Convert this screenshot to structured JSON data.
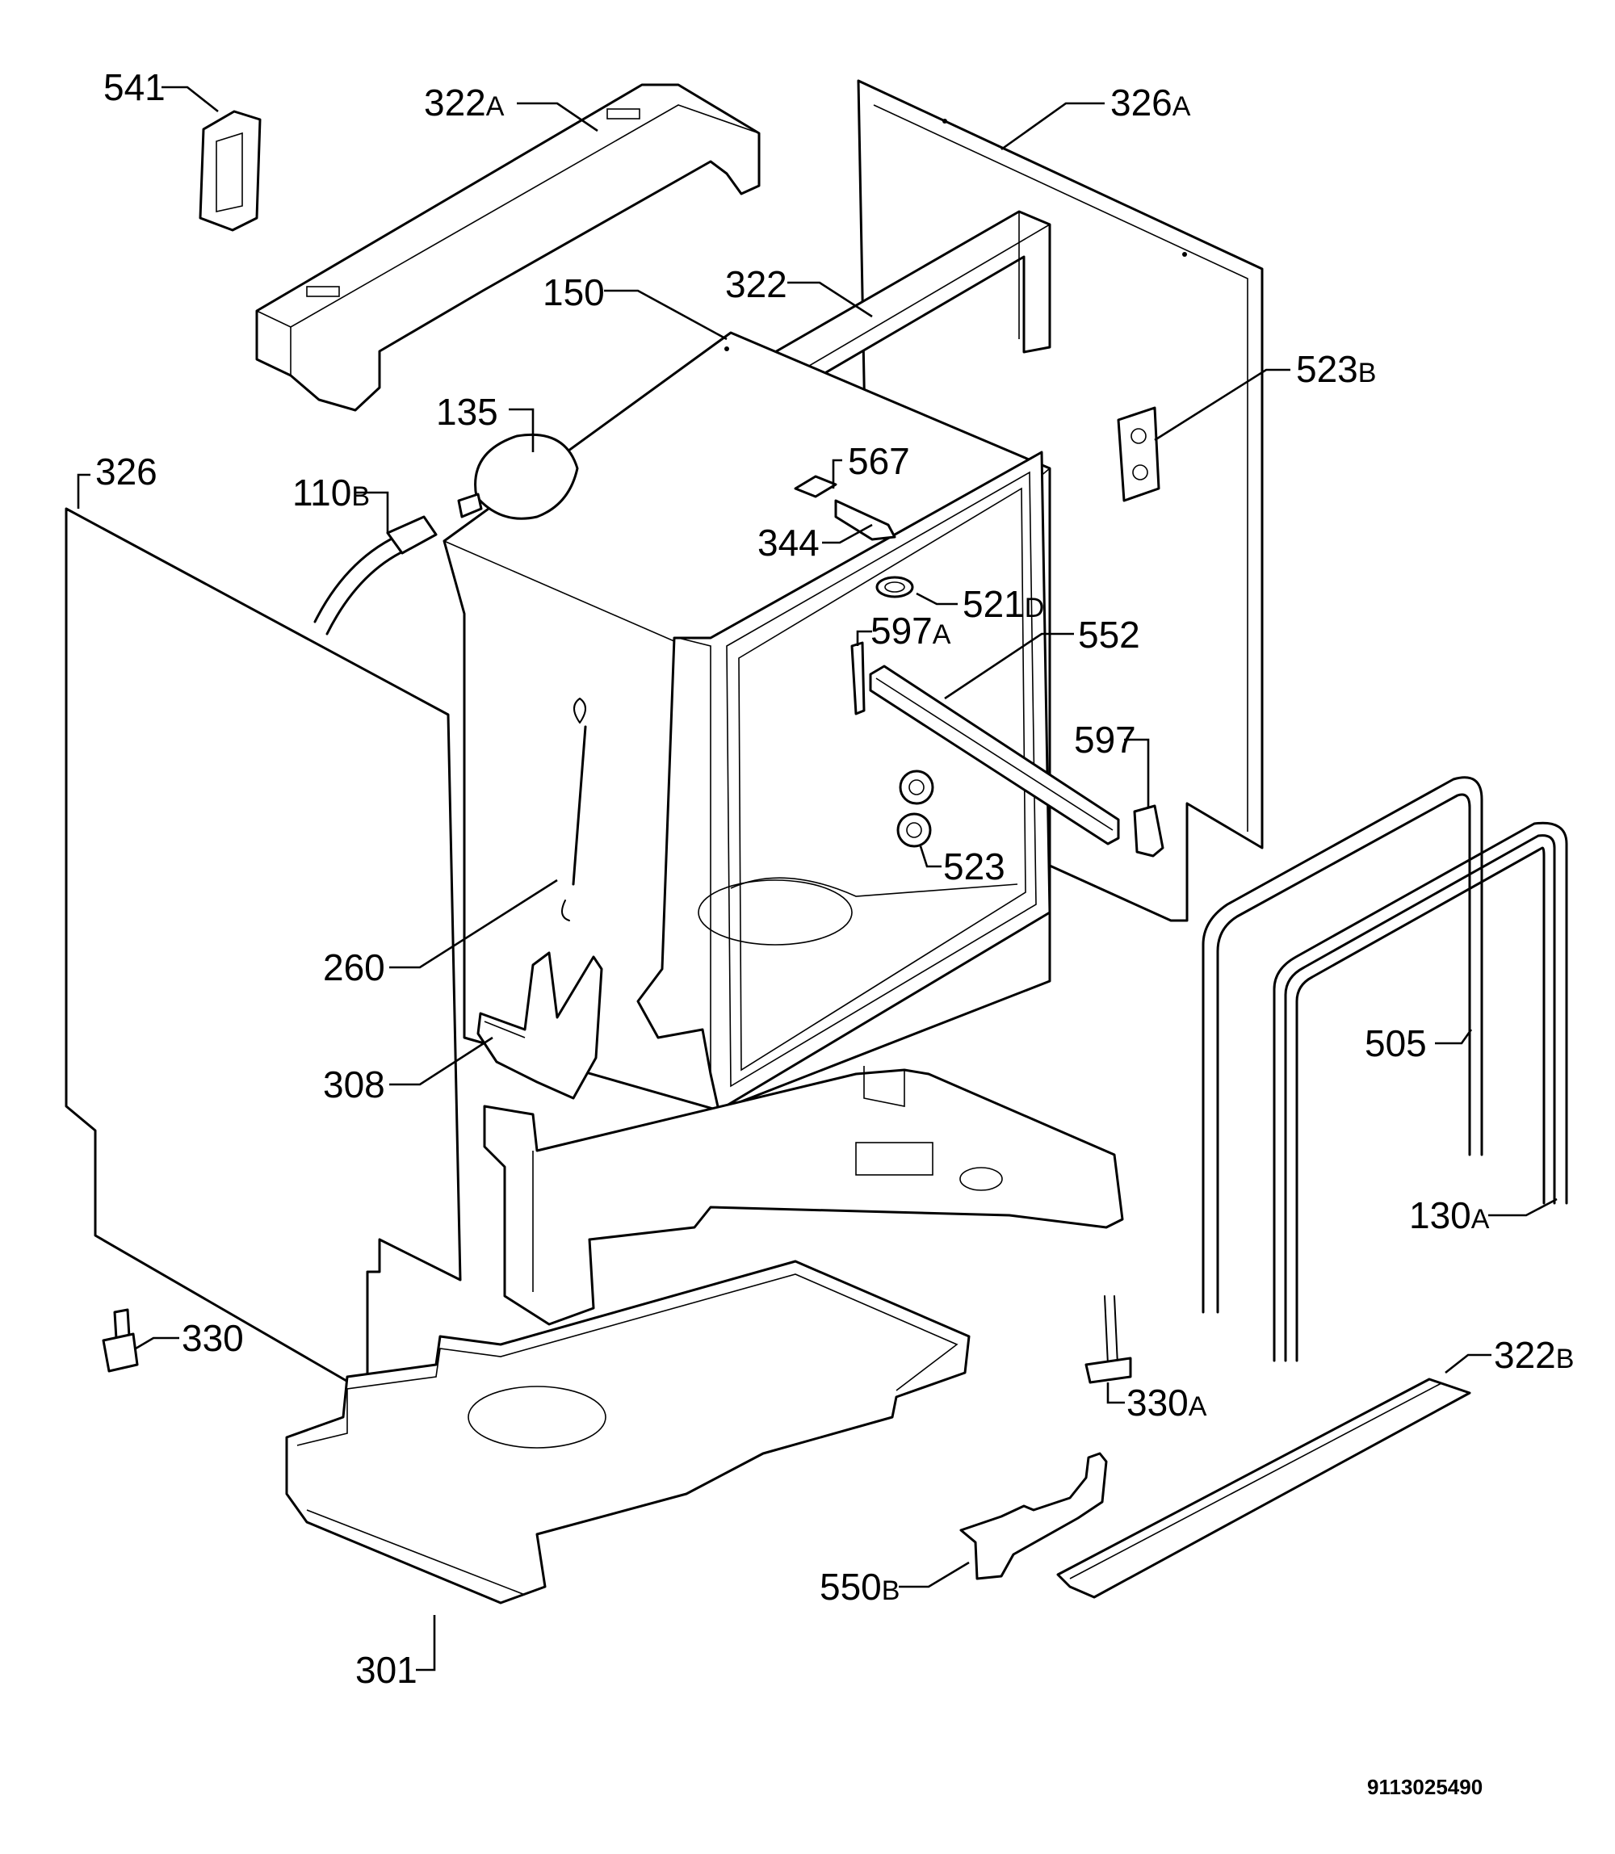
{
  "diagram": {
    "document_number": "9113025490",
    "callouts": [
      {
        "id": "541",
        "num": "541",
        "suffix": ""
      },
      {
        "id": "322A",
        "num": "322",
        "suffix": "A"
      },
      {
        "id": "326A",
        "num": "326",
        "suffix": "A"
      },
      {
        "id": "150",
        "num": "150",
        "suffix": ""
      },
      {
        "id": "322",
        "num": "322",
        "suffix": ""
      },
      {
        "id": "523B",
        "num": "523",
        "suffix": "B"
      },
      {
        "id": "135",
        "num": "135",
        "suffix": ""
      },
      {
        "id": "326",
        "num": "326",
        "suffix": ""
      },
      {
        "id": "567",
        "num": "567",
        "suffix": ""
      },
      {
        "id": "110B",
        "num": "110",
        "suffix": "B"
      },
      {
        "id": "344",
        "num": "344",
        "suffix": ""
      },
      {
        "id": "521D",
        "num": "521",
        "suffix": "D"
      },
      {
        "id": "597A",
        "num": "597",
        "suffix": "A"
      },
      {
        "id": "552",
        "num": "552",
        "suffix": ""
      },
      {
        "id": "597",
        "num": "597",
        "suffix": ""
      },
      {
        "id": "523",
        "num": "523",
        "suffix": ""
      },
      {
        "id": "260",
        "num": "260",
        "suffix": ""
      },
      {
        "id": "505",
        "num": "505",
        "suffix": ""
      },
      {
        "id": "308",
        "num": "308",
        "suffix": ""
      },
      {
        "id": "130A",
        "num": "130",
        "suffix": "A"
      },
      {
        "id": "330",
        "num": "330",
        "suffix": ""
      },
      {
        "id": "322B",
        "num": "322",
        "suffix": "B"
      },
      {
        "id": "330A",
        "num": "330",
        "suffix": "A"
      },
      {
        "id": "550B",
        "num": "550",
        "suffix": "B"
      },
      {
        "id": "301",
        "num": "301",
        "suffix": ""
      }
    ]
  }
}
